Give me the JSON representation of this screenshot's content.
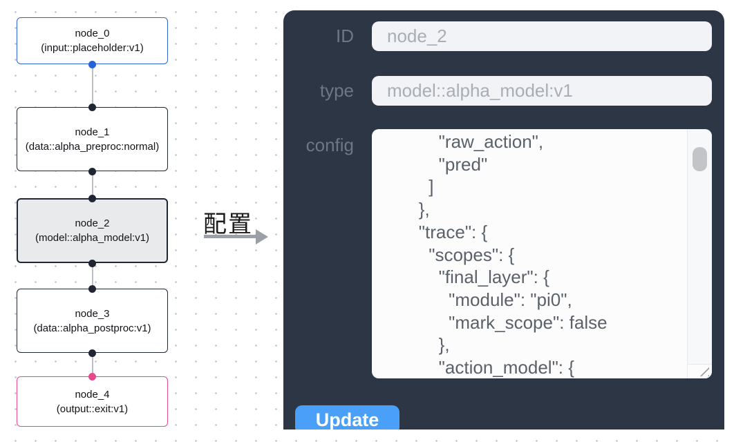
{
  "flow": {
    "nodes": [
      {
        "id": "node_0",
        "label": "node_0",
        "type_label": "(input::placeholder:v1)",
        "accent": "blue",
        "selected": false
      },
      {
        "id": "node_1",
        "label": "node_1",
        "type_label": "(data::alpha_preproc:normal)",
        "accent": "dark",
        "selected": false
      },
      {
        "id": "node_2",
        "label": "node_2",
        "type_label": "(model::alpha_model:v1)",
        "accent": "dark",
        "selected": true
      },
      {
        "id": "node_3",
        "label": "node_3",
        "type_label": "(data::alpha_postproc:v1)",
        "accent": "dark",
        "selected": false
      },
      {
        "id": "node_4",
        "label": "node_4",
        "type_label": "(output::exit:v1)",
        "accent": "pink",
        "selected": false
      }
    ]
  },
  "transfer": {
    "label": "配置"
  },
  "panel": {
    "id_label": "ID",
    "id_value": "node_2",
    "type_label": "type",
    "type_value": "model::alpha_model:v1",
    "config_label": "config",
    "config_text": "            \"raw_action\",\n            \"pred\"\n          ]\n        },\n        \"trace\": {\n          \"scopes\": {\n            \"final_layer\": {\n              \"module\": \"pi0\",\n              \"mark_scope\": false\n            },\n            \"action_model\": {",
    "update_label": "Update"
  },
  "colors": {
    "panel_bg": "#2d3644",
    "label_gray": "#6e7786",
    "input_bg": "#f1f3f6",
    "input_text": "#a9aeb6",
    "button_blue": "#4aa0f9",
    "node_border_dark": "#1f2533",
    "node_border_blue": "#2e62d8",
    "node_border_pink": "#e84a8c",
    "selected_node_bg": "#e9eaec",
    "edge_gray": "#bcc0c5"
  }
}
